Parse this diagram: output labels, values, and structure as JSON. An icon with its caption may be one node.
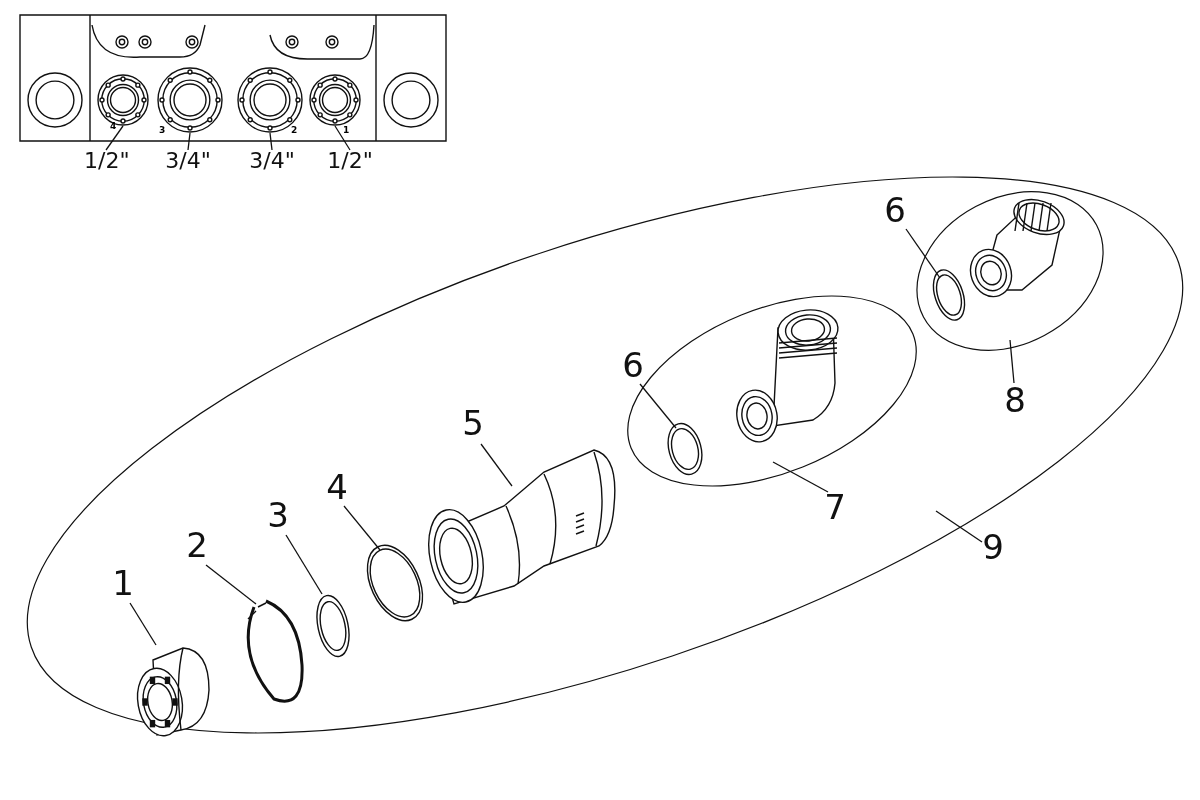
{
  "diagram": {
    "nodes": [
      {
        "text": [],
        "shape": "picture"
      },
      {
        "text": [],
        "shape": "circle",
        "in": 0
      },
      {
        "text": [],
        "shape": "circle",
        "in": 0
      },
      {
        "text": [],
        "shape": "circle",
        "in": 0
      },
      {
        "text": [],
        "shape": "circle",
        "in": 0
      },
      {
        "text": [
          "1/2\""
        ]
      },
      {
        "text": [
          "3/4\""
        ]
      },
      {
        "text": [
          "3/4\""
        ]
      },
      {
        "text": [
          "1/2\""
        ]
      },
      {
        "text": [],
        "shape": "ellipse"
      },
      {
        "text": [],
        "shape": "ellipse",
        "in": 9
      },
      {
        "text": [],
        "shape": "ellipse",
        "in": 9
      },
      {
        "text": [],
        "shape": "picture",
        "in": 9
      },
      {
        "text": [],
        "shape": "picture",
        "in": 9
      },
      {
        "text": [],
        "shape": "picture",
        "in": 9
      },
      {
        "text": [],
        "shape": "picture",
        "in": 9
      },
      {
        "text": [],
        "shape": "picture",
        "in": 9
      },
      {
        "text": [],
        "shape": "picture",
        "in": 10
      },
      {
        "text": [],
        "shape": "picture",
        "in": 10
      },
      {
        "text": [],
        "shape": "picture",
        "in": 11
      },
      {
        "text": [],
        "shape": "picture",
        "in": 11
      },
      {
        "text": [
          "1"
        ],
        "in": 9
      },
      {
        "text": [
          "2"
        ],
        "in": 9
      },
      {
        "text": [
          "3"
        ],
        "in": 9
      },
      {
        "text": [
          "4"
        ],
        "in": 9
      },
      {
        "text": [
          "5"
        ],
        "in": 9
      },
      {
        "text": [
          "6"
        ],
        "in": 9
      },
      {
        "text": [
          "7"
        ],
        "in": 9
      },
      {
        "text": [
          "6"
        ],
        "in": 9
      },
      {
        "text": [
          "8"
        ],
        "in": 9
      },
      {
        "text": [
          "9"
        ]
      }
    ],
    "edges": [
      {
        "from": 5,
        "to": 1,
        "arrow": "none"
      },
      {
        "from": 6,
        "to": 2,
        "arrow": "none"
      },
      {
        "from": 7,
        "to": 3,
        "arrow": "none"
      },
      {
        "from": 8,
        "to": 4,
        "arrow": "none"
      },
      {
        "from": 21,
        "to": 12,
        "arrow": "none"
      },
      {
        "from": 22,
        "to": 13,
        "arrow": "none"
      },
      {
        "from": 23,
        "to": 14,
        "arrow": "none"
      },
      {
        "from": 24,
        "to": 15,
        "arrow": "none"
      },
      {
        "from": 25,
        "to": 16,
        "arrow": "none"
      },
      {
        "from": 26,
        "to": 17,
        "arrow": "none"
      },
      {
        "from": 27,
        "to": 10,
        "arrow": "none"
      },
      {
        "from": 28,
        "to": 19,
        "arrow": "none"
      },
      {
        "from": 29,
        "to": 11,
        "arrow": "none"
      },
      {
        "from": 30,
        "to": 9,
        "arrow": "none"
      }
    ],
    "labels": [
      "4",
      "3",
      "2",
      "1"
    ]
  }
}
